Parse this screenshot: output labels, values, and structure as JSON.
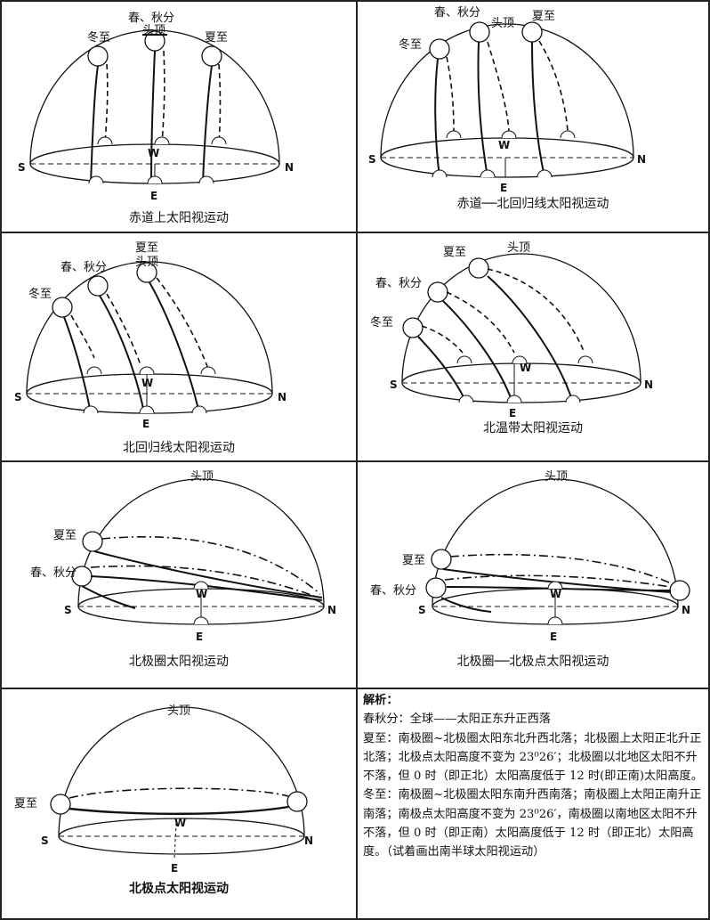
{
  "panels": [
    {
      "caption": "赤道上太阳视运动",
      "labels": {
        "winter": "冬至",
        "equinox": "春、秋分",
        "summer": "夏至",
        "zenith": "头顶"
      }
    },
    {
      "caption": "赤道──北回归线太阳视运动",
      "labels": {
        "winter": "冬至",
        "equinox": "春、秋分",
        "summer": "夏至",
        "zenith": "头顶"
      }
    },
    {
      "caption": "北回归线太阳视运动",
      "labels": {
        "winter": "冬至",
        "equinox": "春、秋分",
        "summer": "夏至",
        "zenith": "头顶"
      }
    },
    {
      "caption": "北温带太阳视运动",
      "labels": {
        "winter": "冬至",
        "equinox": "春、秋分",
        "summer": "夏至",
        "zenith": "头顶"
      }
    },
    {
      "caption": "北极圈太阳视运动",
      "labels": {
        "equinox": "春、秋分",
        "summer": "夏至",
        "zenith": "头顶"
      }
    },
    {
      "caption": "北极圈──北极点太阳视运动",
      "labels": {
        "equinox": "春、秋分",
        "summer": "夏至",
        "zenith": "头顶"
      }
    },
    {
      "caption": "北极点太阳视运动",
      "labels": {
        "summer": "夏至",
        "zenith": "头顶"
      }
    }
  ],
  "directions": {
    "s": "S",
    "n": "N",
    "e": "E",
    "w": "W"
  },
  "explanation": {
    "title": "解析：",
    "equinox": "春秋分：全球——太阳正东升正西落",
    "summer": "夏至：南极圈~北极圈太阳东北升西北落；北极圈上太阳正北升正北落；北极点太阳高度不变为 23⁰26′；北极圈以北地区太阳不升不落，但 0 时（即正北）太阳高度低于 12 时(即正南)太阳高度。",
    "winter": "冬至：南极圈~北极圈太阳东南升西南落；南极圈上太阳正南升正南落；南极点太阳高度不变为 23⁰26′，南极圈以南地区太阳不升不落，但 0 时（即正南）太阳高度低于 12 时（即正北）太阳高度。（试着画出南半球太阳视运动）"
  }
}
